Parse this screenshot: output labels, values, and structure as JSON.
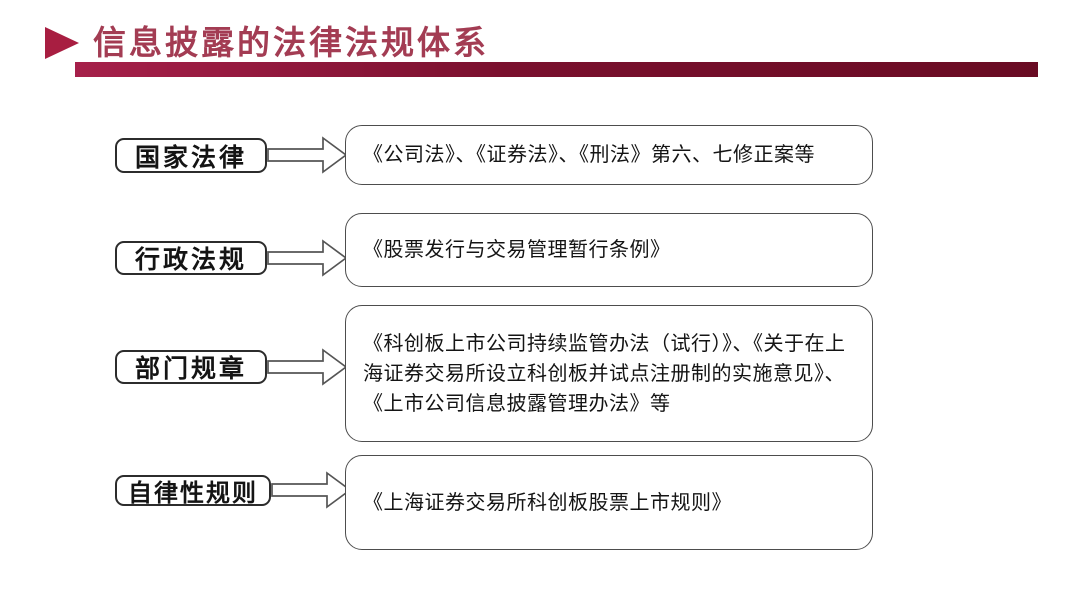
{
  "title": {
    "text": "信息披露的法律法规体系"
  },
  "colors": {
    "title": "#a33c53",
    "triangle": "#a81e41",
    "bar_left": "#a6204a",
    "bar_mid": "#7a102e",
    "bar_right": "#690b23",
    "label_border": "#2c2c2c",
    "box_border": "#4d4d4d",
    "text": "#141414"
  },
  "rows": [
    {
      "label": "国家法律",
      "content": "《公司法》、《证券法》、《刑法》第六、七修正案等"
    },
    {
      "label": "行政法规",
      "content": "《股票发行与交易管理暂行条例》"
    },
    {
      "label": "部门规章",
      "content": "《科创板上市公司持续监管办法（试行）》、《关于在上海证券交易所设立科创板并试点注册制的实施意见》、《上市公司信息披露管理办法》等"
    },
    {
      "label": "自律性规则",
      "content": "《上海证券交易所科创板股票上市规则》"
    }
  ]
}
